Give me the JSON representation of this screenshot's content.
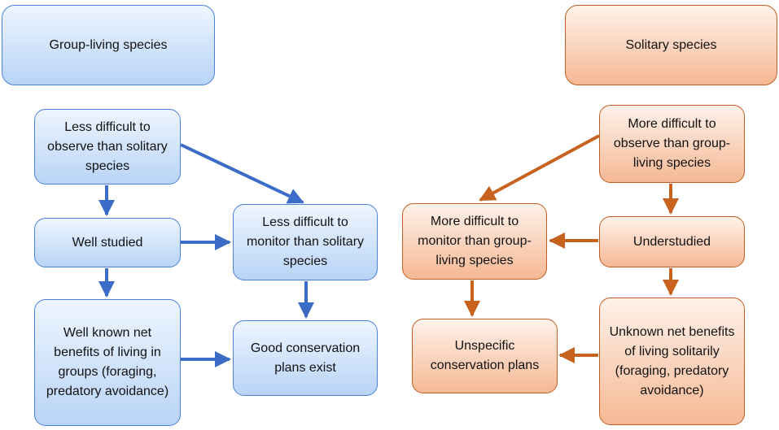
{
  "colors": {
    "blue_line": "#3a6cc8",
    "orange_line": "#c8621f"
  },
  "group": {
    "header": "Group-living species",
    "observe": "Less difficult to observe than solitary species",
    "studied": "Well studied",
    "monitor": "Less difficult to monitor than solitary species",
    "benefits": "Well known net benefits of living in groups (foraging, predatory avoidance)",
    "plans": "Good conservation plans exist"
  },
  "solitary": {
    "header": "Solitary species",
    "observe": "More difficult to observe than group-living species",
    "monitor": "More difficult to monitor than group-living species",
    "studied": "Understudied",
    "plans": "Unspecific conservation plans",
    "benefits": "Unknown net benefits of living solitarily (foraging, predatory avoidance)"
  }
}
